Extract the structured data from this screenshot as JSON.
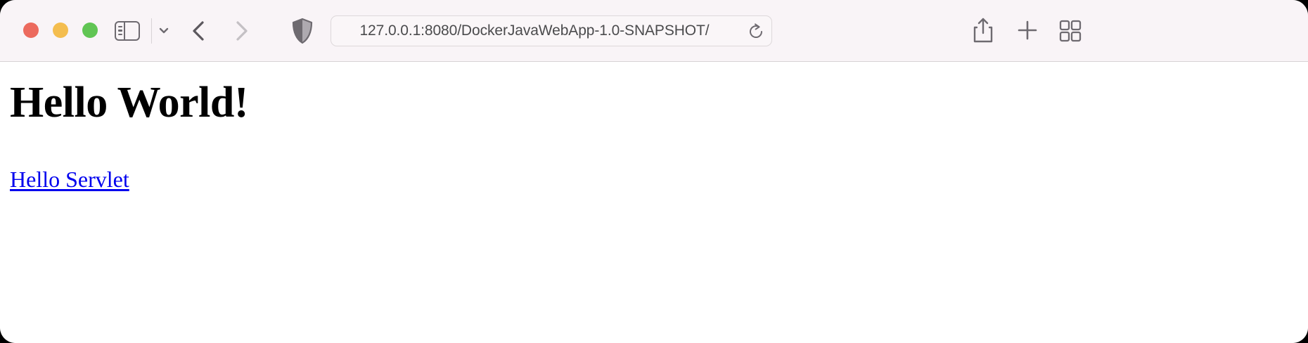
{
  "window": {
    "app": "Safari",
    "chrome_bg": "#f9f4f7",
    "page_bg": "#ffffff"
  },
  "traffic_lights": [
    {
      "name": "close",
      "color": "#ec6a5e"
    },
    {
      "name": "minimize",
      "color": "#f4bd4f"
    },
    {
      "name": "zoom",
      "color": "#61c554"
    }
  ],
  "toolbar": {
    "sidebar_icon": "sidebar-icon",
    "sidebar_chevron_icon": "chevron-down-icon",
    "back_icon": "chevron-left-icon",
    "forward_icon": "chevron-right-icon",
    "forward_enabled": false,
    "shield_icon": "shield-icon",
    "share_icon": "share-icon",
    "new_tab_icon": "plus-icon",
    "tab_overview_icon": "grid-icon"
  },
  "address": {
    "url": "127.0.0.1:8080/DockerJavaWebApp-1.0-SNAPSHOT/",
    "placeholder": "Search or enter website name",
    "reload_icon": "reload-icon",
    "text_color": "#4b4b4d"
  },
  "content": {
    "heading": "Hello World!",
    "link_label": "Hello Servlet",
    "link_color": "#0000ee"
  }
}
